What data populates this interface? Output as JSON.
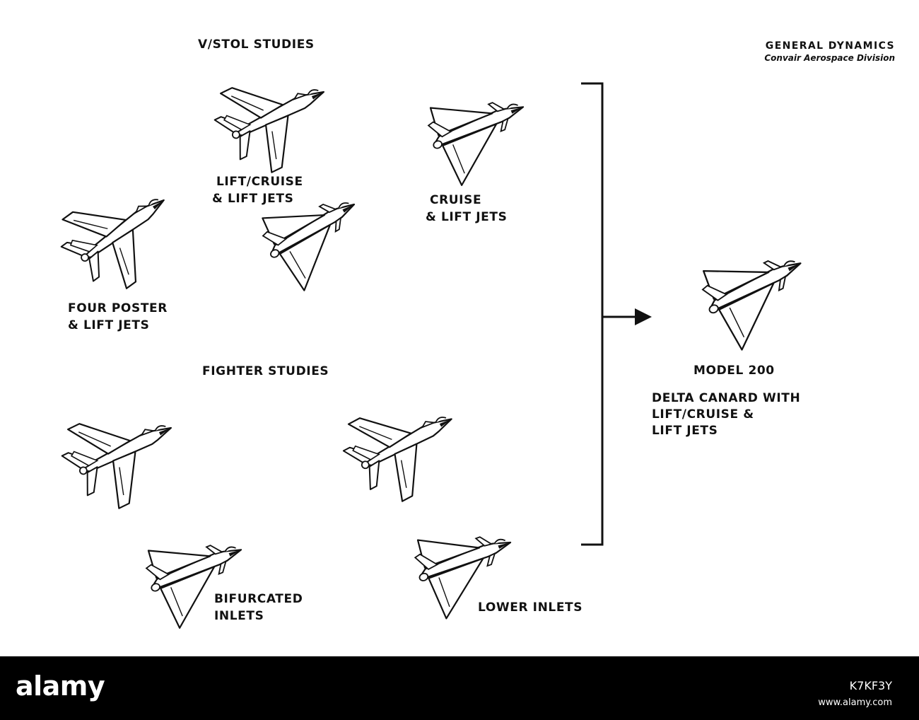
{
  "headers": {
    "vstol": "V/STOL STUDIES",
    "fighter": "FIGHTER STUDIES"
  },
  "brand": {
    "name": "GENERAL DYNAMICS",
    "division": "Convair Aerospace Division"
  },
  "labels": {
    "lift_cruise_1": "LIFT/CRUISE",
    "lift_cruise_2": "& LIFT JETS",
    "cruise_1": "CRUISE",
    "cruise_2": "& LIFT JETS",
    "four_poster_1": "FOUR POSTER",
    "four_poster_2": "& LIFT JETS",
    "bifurcated_1": "BIFURCATED",
    "bifurcated_2": "INLETS",
    "lower_inlets": "LOWER INLETS"
  },
  "result": {
    "model": "MODEL 200",
    "line1": "DELTA CANARD WITH",
    "line2": "LIFT/CRUISE &",
    "line3": "LIFT JETS"
  },
  "footer": {
    "logo": "alamy",
    "image_id": "K7KF3Y",
    "url": "www.alamy.com"
  },
  "colors": {
    "ink": "#111111",
    "paper": "#ffffff",
    "footer": "#000000"
  }
}
